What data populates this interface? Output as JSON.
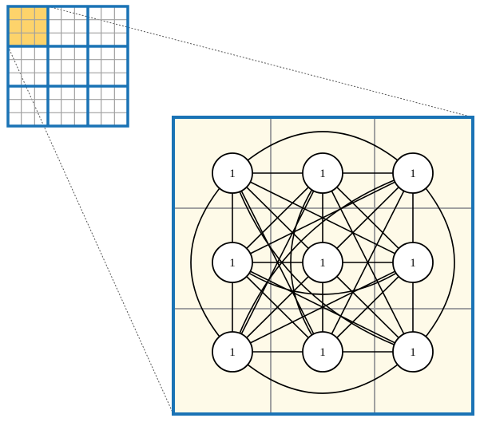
{
  "colors": {
    "grid_frame": "#1a73b5",
    "grid_cell_line": "#a0a0a0",
    "highlight_fill": "#fdd36b",
    "zoom_background": "#fefae8",
    "zoom_grid_line": "#a0a0a0",
    "edge": "#000000",
    "node_fill": "#ffffff",
    "node_stroke": "#000000",
    "connector": "#555555"
  },
  "overview_grid": {
    "blocks": 3,
    "cells_per_block": 3,
    "highlighted_block": [
      0,
      0
    ]
  },
  "zoomed_block": {
    "grid_divisions": 3,
    "nodes": [
      {
        "label": "1"
      },
      {
        "label": "1"
      },
      {
        "label": "1"
      },
      {
        "label": "1"
      },
      {
        "label": "1"
      },
      {
        "label": "1"
      },
      {
        "label": "1"
      },
      {
        "label": "1"
      },
      {
        "label": "1"
      }
    ],
    "complete_graph": true
  }
}
